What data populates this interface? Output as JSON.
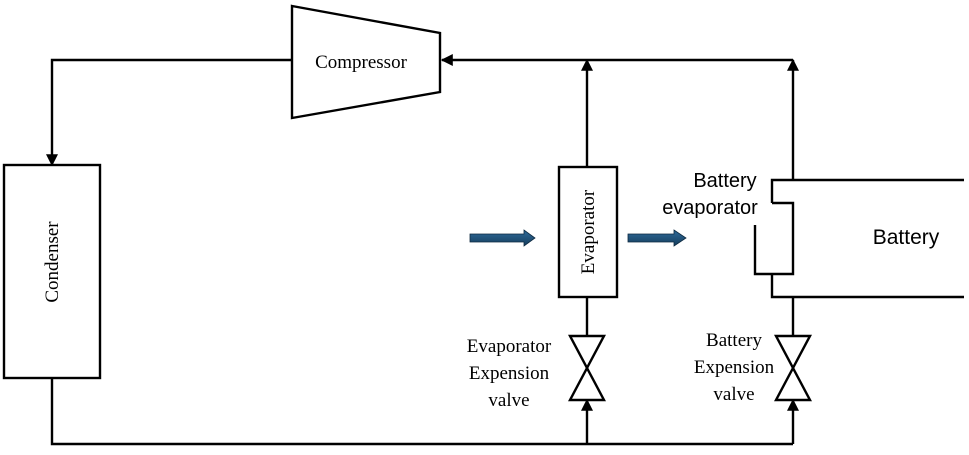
{
  "labels": {
    "compressor": "Compressor",
    "condenser": "Condenser",
    "evaporator": "Evaporator",
    "evaporator_valve": [
      "Evaporator",
      "Expension",
      "valve"
    ],
    "battery_evaporator": [
      "Battery",
      "evaporator"
    ],
    "battery": "Battery",
    "battery_valve": [
      "Battery",
      "Expension",
      "valve"
    ]
  },
  "colors": {
    "line": "#000000",
    "airflow_arrow": "#1f4e79"
  },
  "icons": [
    "air-flow-arrow",
    "flow-arrow",
    "expansion-valve-symbol"
  ]
}
